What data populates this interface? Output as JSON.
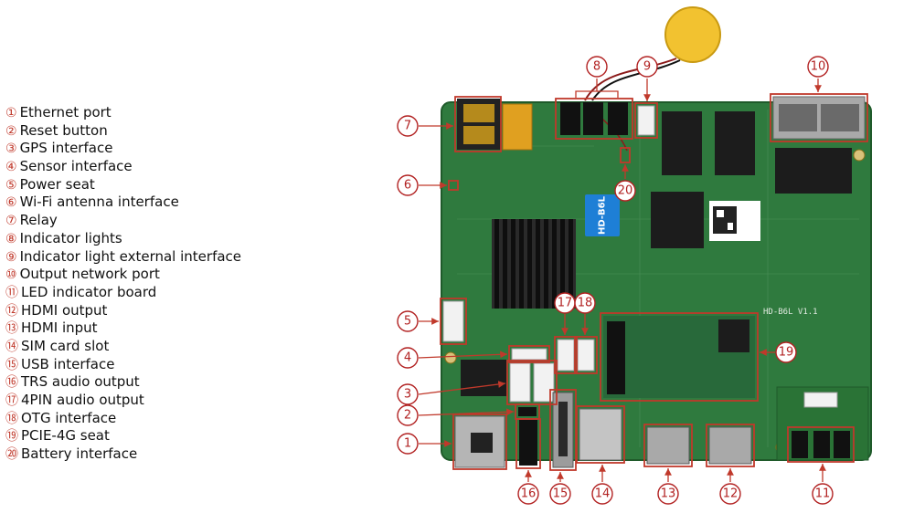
{
  "legend": [
    {
      "num": "①",
      "label": "Ethernet port"
    },
    {
      "num": "②",
      "label": "Reset button"
    },
    {
      "num": "③",
      "label": "GPS interface"
    },
    {
      "num": "④",
      "label": "Sensor interface"
    },
    {
      "num": "⑤",
      "label": "Power seat"
    },
    {
      "num": "⑥",
      "label": "Wi-Fi antenna interface"
    },
    {
      "num": "⑦",
      "label": "Relay"
    },
    {
      "num": "⑧",
      "label": "Indicator lights"
    },
    {
      "num": "⑨",
      "label": "Indicator light external interface"
    },
    {
      "num": "⑩",
      "label": "Output network port"
    },
    {
      "num": "⑪",
      "label": "LED indicator board"
    },
    {
      "num": "⑫",
      "label": "HDMI output"
    },
    {
      "num": "⑬",
      "label": "HDMI input"
    },
    {
      "num": "⑭",
      "label": "SIM card slot"
    },
    {
      "num": "⑮",
      "label": "USB interface"
    },
    {
      "num": "⑯",
      "label": "TRS audio output"
    },
    {
      "num": "⑰",
      "label": "4PIN audio output"
    },
    {
      "num": "⑱",
      "label": "OTG interface"
    },
    {
      "num": "⑲",
      "label": "PCIE-4G seat"
    },
    {
      "num": "⑳",
      "label": "Battery interface"
    }
  ],
  "board": {
    "model_label": "HD-B6L",
    "silk_label": "HD-B6L  V1.1"
  },
  "callouts": [
    "1",
    "2",
    "3",
    "4",
    "5",
    "6",
    "7",
    "8",
    "9",
    "10",
    "11",
    "12",
    "13",
    "14",
    "15",
    "16",
    "17",
    "18",
    "19",
    "20"
  ],
  "colors": {
    "pcb": "#2f7a3e",
    "pcb_dark": "#23602f",
    "accent_red": "#c0392b",
    "heatsink": "#1a1a1a",
    "battery": "#f2c230",
    "label_blue": "#1e7fd6"
  }
}
